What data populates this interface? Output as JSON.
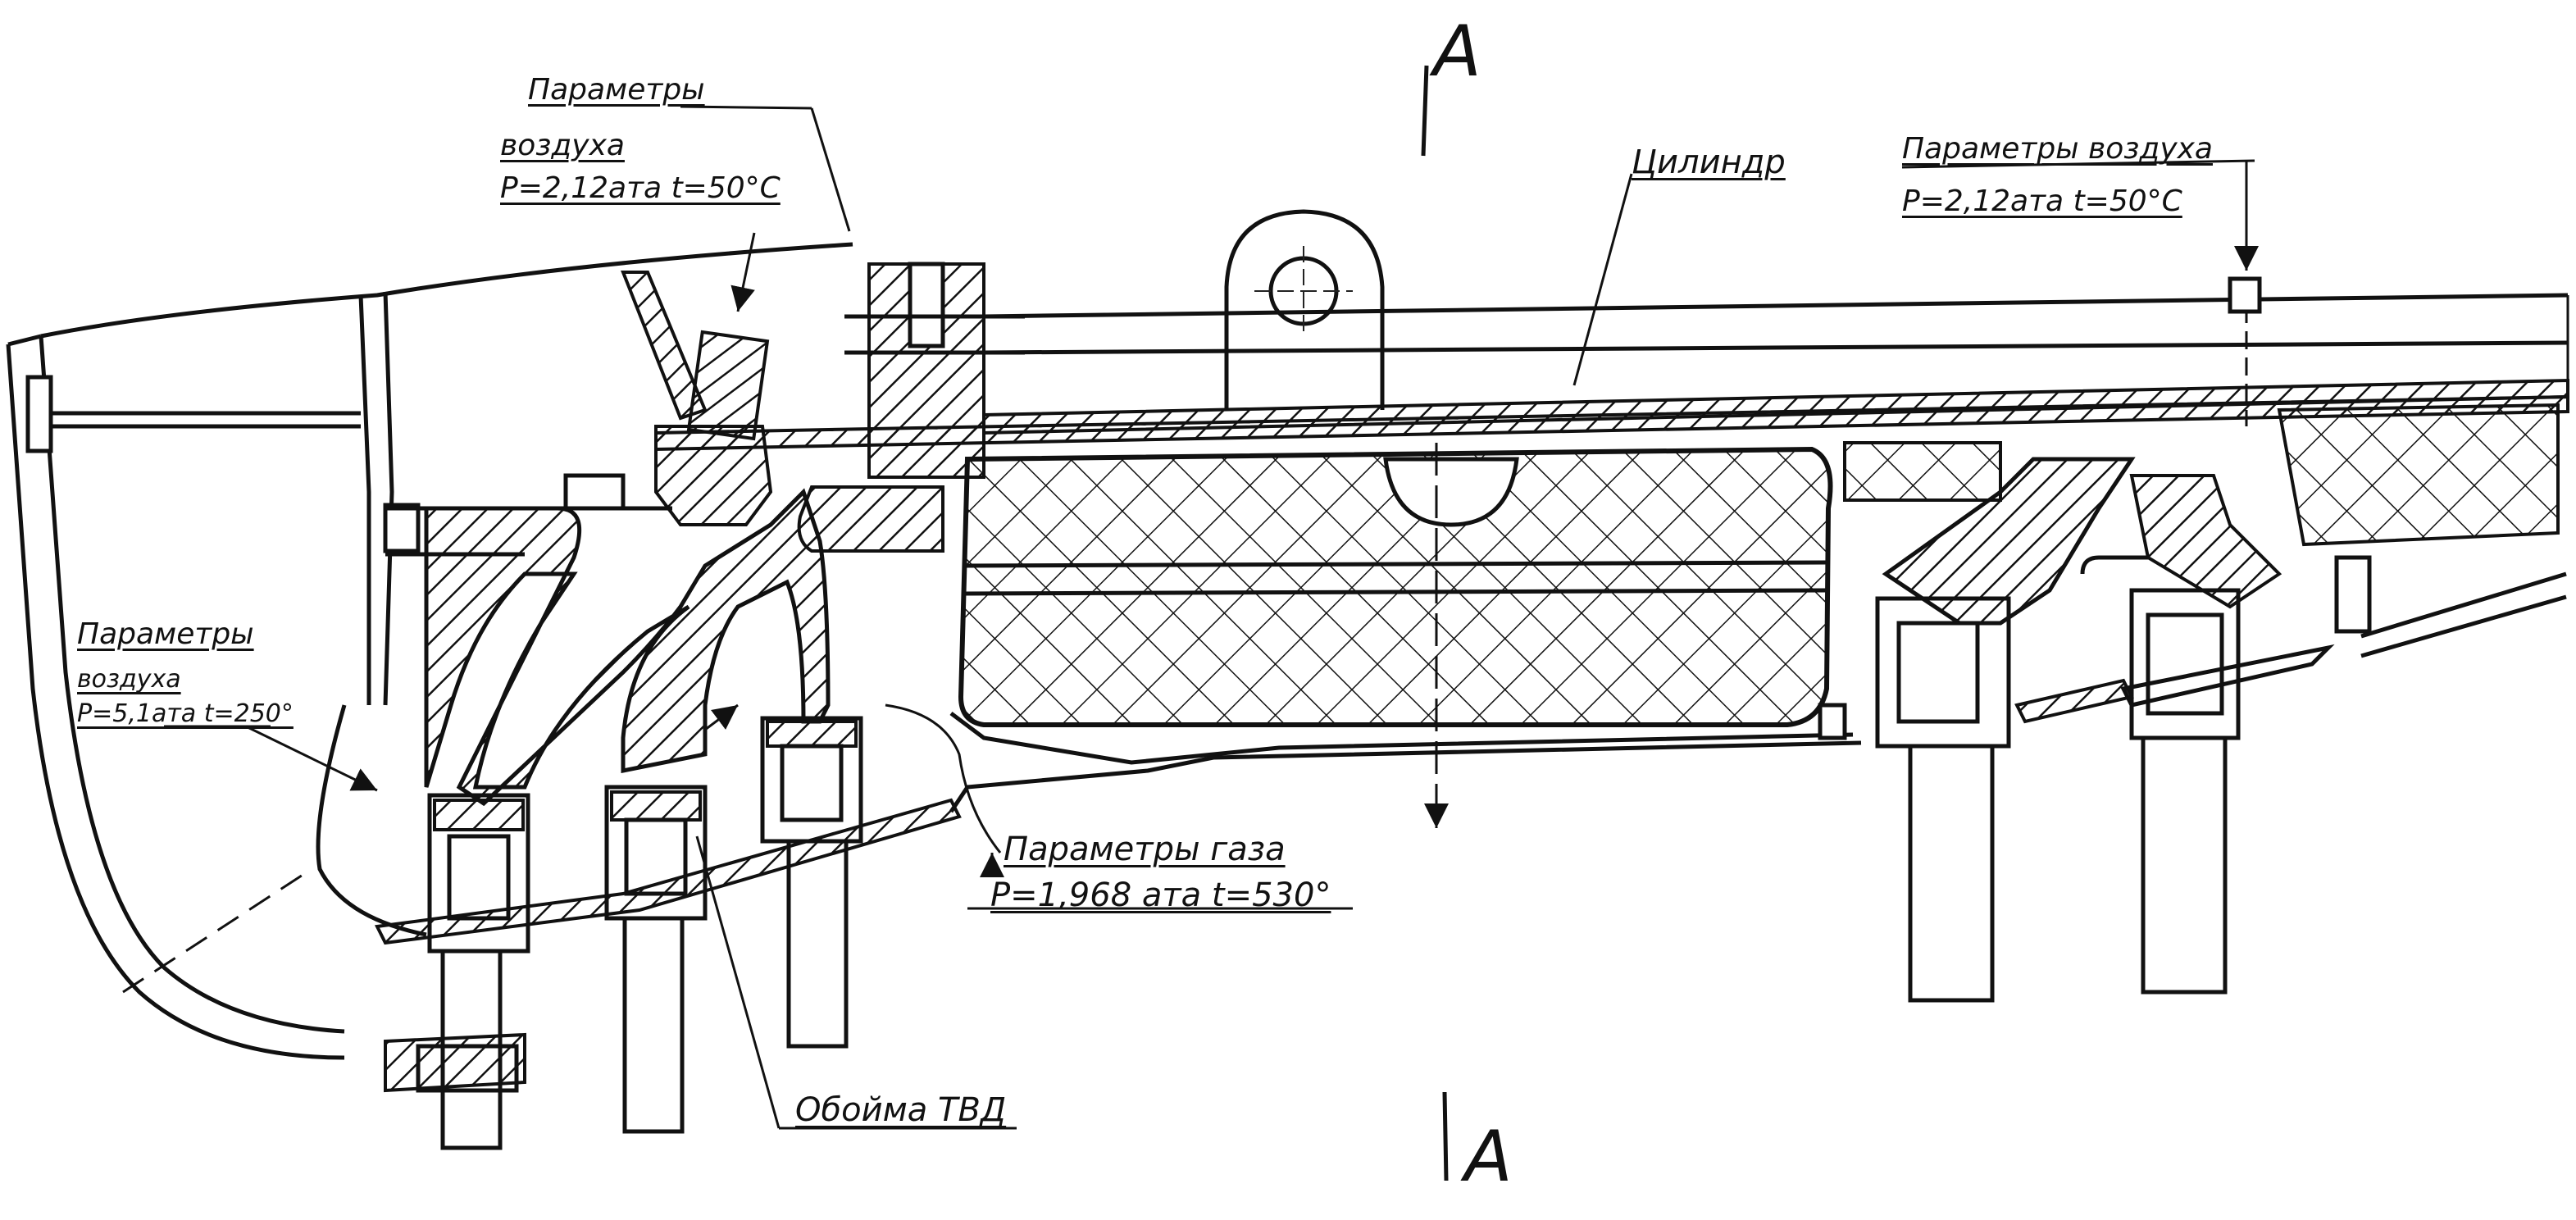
{
  "section_marks": {
    "top": "A",
    "bottom": "A"
  },
  "labels": {
    "air_top_left": {
      "line1": "Параметры",
      "line2": "воздуха",
      "line3": "P=2,12ата t=50°C"
    },
    "cylinder": "Цилиндр",
    "air_top_right": {
      "line1": "Параметры воздуха",
      "line2": "P=2,12ата t=50°C"
    },
    "air_left": {
      "line1": "Параметры",
      "line2": "воздуха",
      "line3": "P=5,1ата t=250°"
    },
    "gas": {
      "line1": "Параметры газа",
      "line2": "P=1,968 ата t=530°"
    },
    "holder": "Обойма ТВД"
  },
  "colors": {
    "ink": "#111111",
    "paper": "#ffffff"
  }
}
